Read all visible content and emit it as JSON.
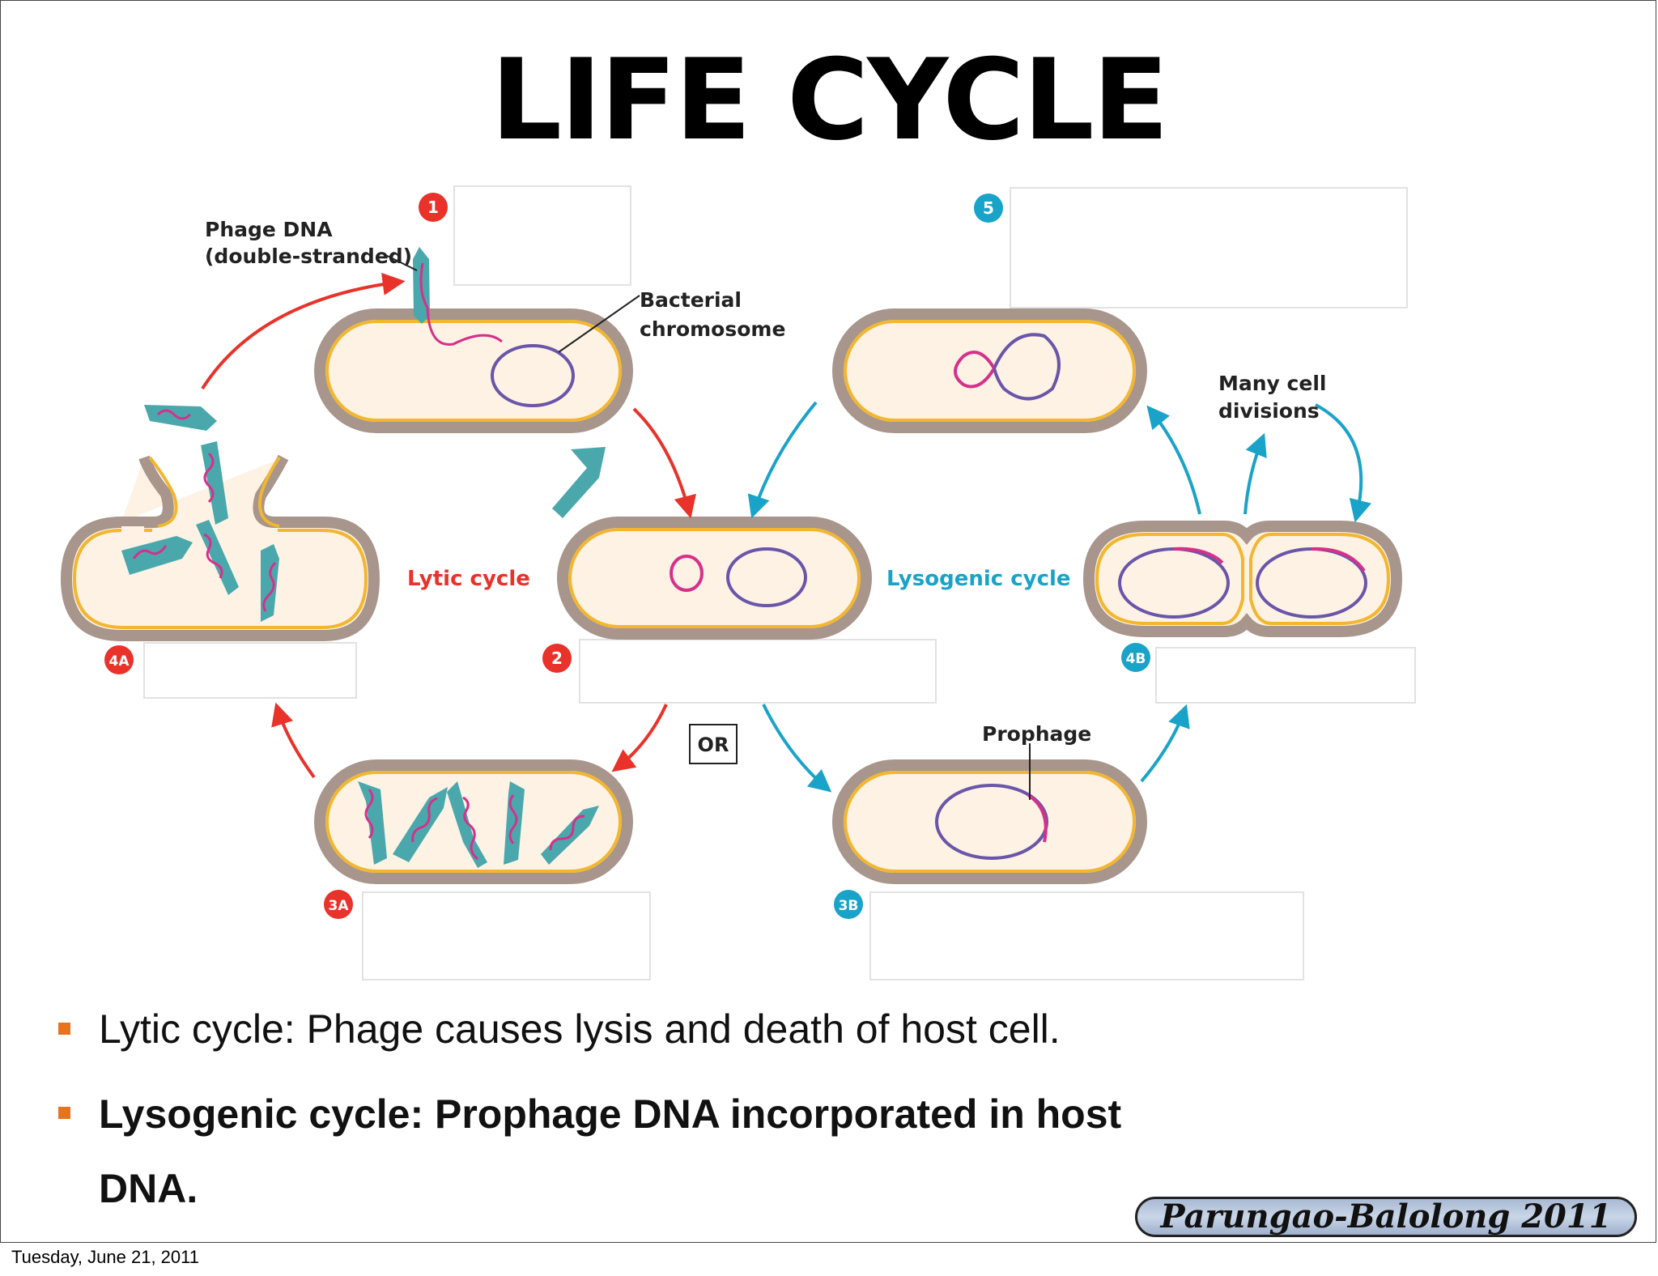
{
  "title": "LIFE CYCLE",
  "diagram": {
    "labels": {
      "phage_dna": "Phage DNA",
      "double_stranded": "(double-stranded)",
      "bacterial": "Bacterial",
      "chromosome": "chromosome",
      "lytic_cycle": "Lytic cycle",
      "lysogenic_cycle": "Lysogenic cycle",
      "many_cell": "Many cell",
      "divisions": "divisions",
      "prophage": "Prophage",
      "or": "OR"
    },
    "steps": {
      "s1": "1",
      "s2": "2",
      "s3a": "3A",
      "s3b": "3B",
      "s4a": "4A",
      "s4b": "4B",
      "s5": "5"
    },
    "colors": {
      "lytic": "#e8322a",
      "lysogenic": "#1aa3c8",
      "cell_wall": "#a8958c",
      "membrane": "#f2b630",
      "cytoplasm": "#fdf2e4",
      "chromosome": "#6a55a8",
      "phage_dna": "#d5318a",
      "phage_coat": "#4aa8ad"
    }
  },
  "bullets": [
    "Lytic cycle: Phage causes lysis and death of host cell.",
    "Lysogenic cycle: Prophage DNA incorporated in host DNA."
  ],
  "credit": "Parungao-Balolong 2011",
  "footer_date": "Tuesday, June 21, 2011"
}
